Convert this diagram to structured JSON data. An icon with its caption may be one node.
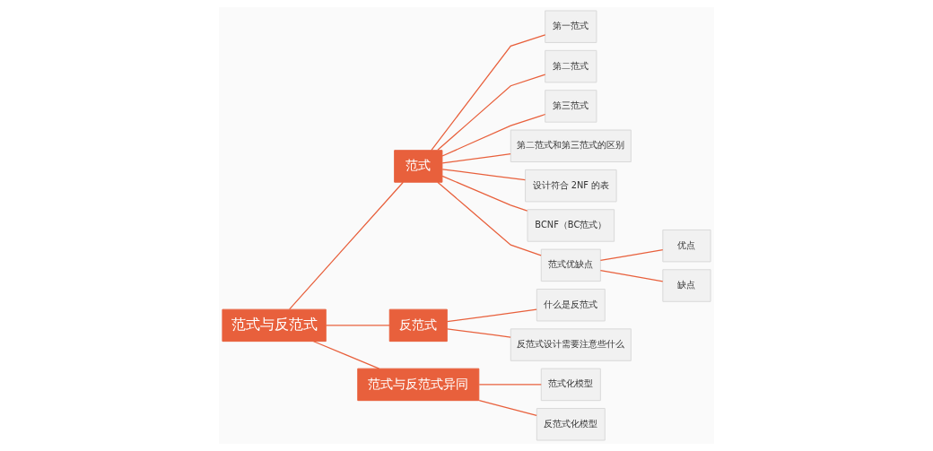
{
  "diagram": {
    "nodes": [
      {
        "text": [
          "范式与反范式"
        ]
      },
      {
        "text": [
          "范式"
        ]
      },
      {
        "text": [
          "第一范式"
        ]
      },
      {
        "text": [
          "第二范式"
        ]
      },
      {
        "text": [
          "第三范式"
        ]
      },
      {
        "text": [
          "第二范式和第三范式的区别"
        ]
      },
      {
        "text": [
          "设计符合 2NF 的表"
        ]
      },
      {
        "text": [
          "BCNF（BC范式）"
        ]
      },
      {
        "text": [
          "范式优缺点"
        ]
      },
      {
        "text": [
          "优点"
        ]
      },
      {
        "text": [
          "缺点"
        ]
      },
      {
        "text": [
          "反范式"
        ]
      },
      {
        "text": [
          "什么是反范式"
        ]
      },
      {
        "text": [
          "反范式设计需要注意些什么"
        ]
      },
      {
        "text": [
          "范式与反范式异同"
        ]
      },
      {
        "text": [
          "范式化模型"
        ]
      },
      {
        "text": [
          "反范式化模型"
        ]
      }
    ],
    "edges": [
      {
        "from": 0,
        "to": 1,
        "arrow": "none"
      },
      {
        "from": 1,
        "to": 2,
        "arrow": "none"
      },
      {
        "from": 1,
        "to": 3,
        "arrow": "none"
      },
      {
        "from": 1,
        "to": 4,
        "arrow": "none"
      },
      {
        "from": 1,
        "to": 5,
        "arrow": "none"
      },
      {
        "from": 1,
        "to": 6,
        "arrow": "none"
      },
      {
        "from": 1,
        "to": 7,
        "arrow": "none"
      },
      {
        "from": 1,
        "to": 8,
        "arrow": "none"
      },
      {
        "from": 8,
        "to": 9,
        "arrow": "none"
      },
      {
        "from": 8,
        "to": 10,
        "arrow": "none"
      },
      {
        "from": 0,
        "to": 11,
        "arrow": "none"
      },
      {
        "from": 11,
        "to": 12,
        "arrow": "none"
      },
      {
        "from": 11,
        "to": 13,
        "arrow": "none"
      },
      {
        "from": 0,
        "to": 14,
        "arrow": "none"
      },
      {
        "from": 14,
        "to": 15,
        "arrow": "none"
      },
      {
        "from": 14,
        "to": 16,
        "arrow": "none"
      }
    ]
  }
}
